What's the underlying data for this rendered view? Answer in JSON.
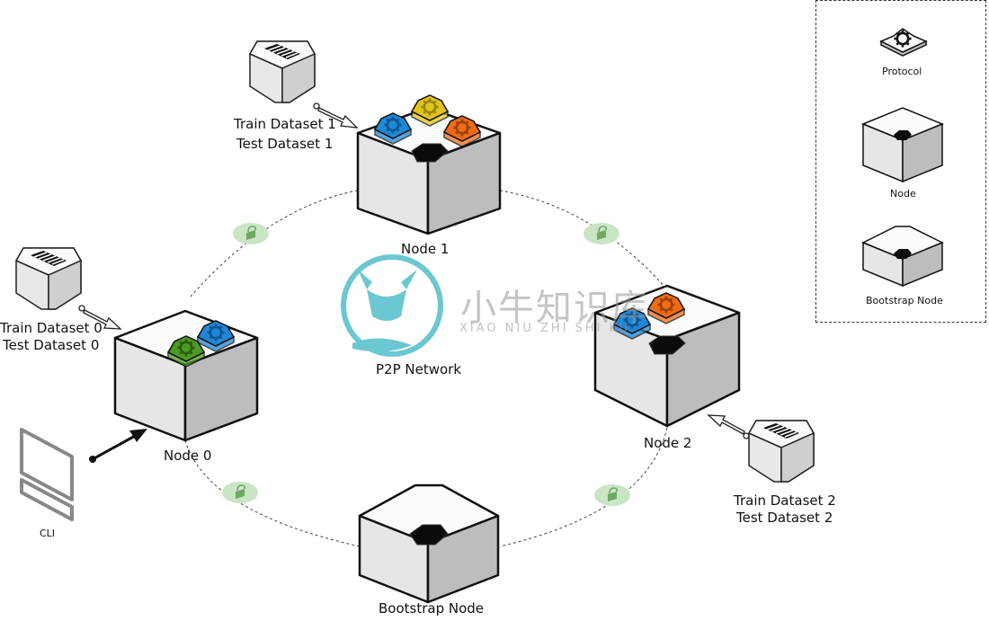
{
  "labels": {
    "node1": "Node 1",
    "node0": "Node 0",
    "node2": "Node 2",
    "bootstrap": "Bootstrap Node",
    "network": "P2P Network",
    "cli": "CLI",
    "ds1_train": "Train Dataset 1",
    "ds1_test": "Test Dataset 1",
    "ds0_train": "Train Dataset 0",
    "ds0_test": "Test Dataset 0",
    "ds2_train": "Train Dataset 2",
    "ds2_test": "Test Dataset 2"
  },
  "legend": {
    "protocol": "Protocol",
    "node": "Node",
    "bootstrap": "Bootstrap Node"
  },
  "watermark": {
    "cn": "小牛知识库",
    "en": "XIAO NIU ZHI SHI KU"
  },
  "colors": {
    "blue": "#1e88d8",
    "yellow": "#e2c31a",
    "orange": "#ef6c14",
    "green": "#4c9a23",
    "lock": "#c9e5c4",
    "watermark_teal": "#3ab5c2"
  },
  "icons": {
    "node": "cube-node-icon",
    "protocol": "gear-key-icon",
    "dataset": "dataset-block-icon",
    "link": "lock-icon",
    "cli": "terminal-icon"
  }
}
